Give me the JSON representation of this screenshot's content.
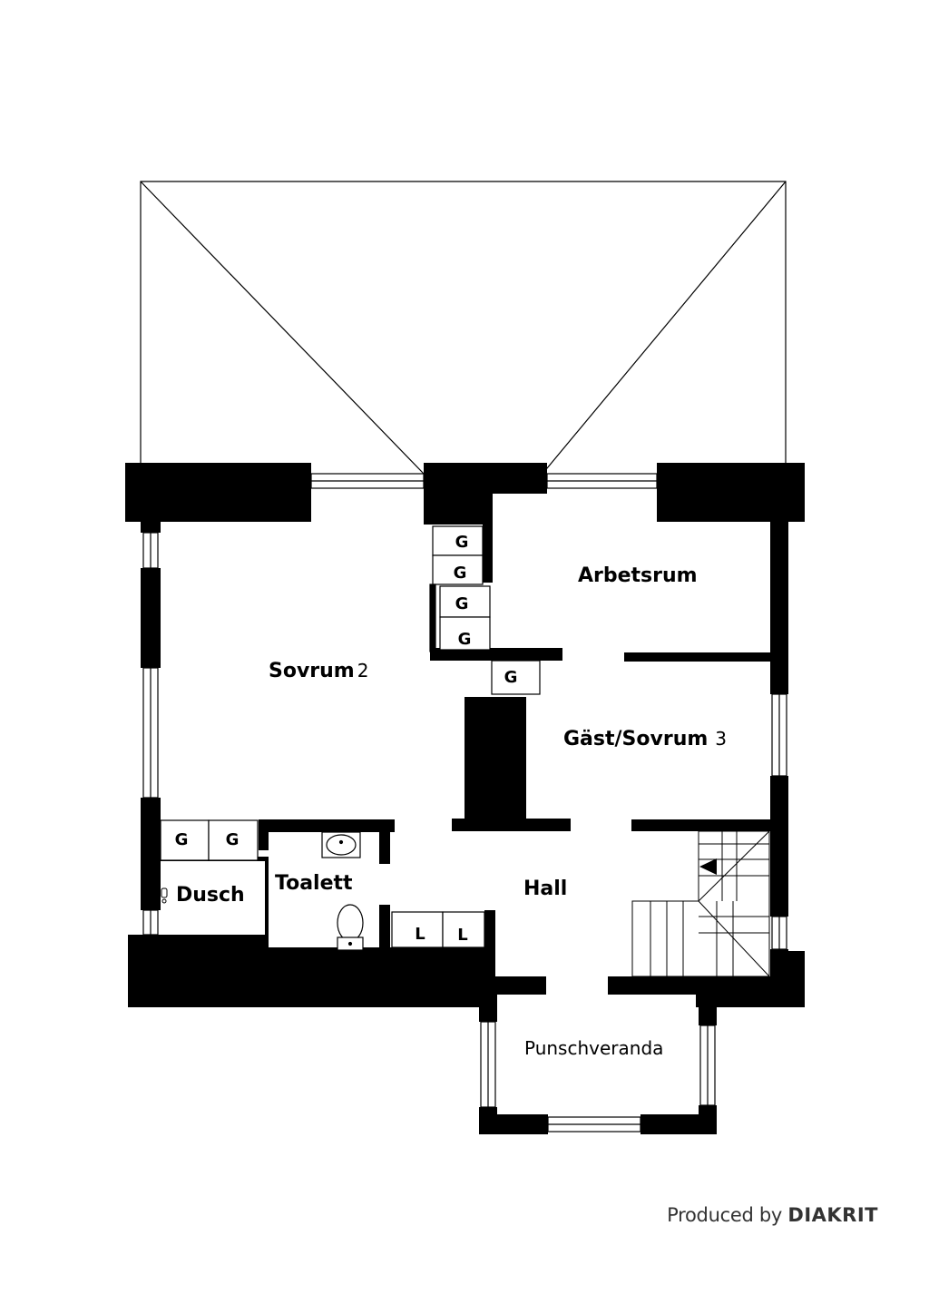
{
  "rooms": {
    "sovrum2": {
      "name": "Sovrum",
      "num": "2"
    },
    "arbetsrum": {
      "name": "Arbetsrum"
    },
    "gast": {
      "name": "Gäst/Sovrum",
      "num": "3"
    },
    "hall": {
      "name": "Hall"
    },
    "toalett": {
      "name": "Toalett"
    },
    "dusch": {
      "name": "Dusch"
    },
    "punsch": {
      "name": "Punschveranda"
    }
  },
  "closet_tags": {
    "wardrobe": "G",
    "linen": "L"
  },
  "credit": {
    "prefix": "Produced by",
    "brand": "DIAKRIT"
  }
}
